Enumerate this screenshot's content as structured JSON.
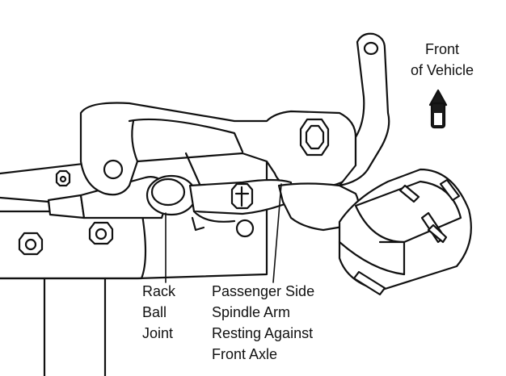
{
  "labels": {
    "front_of_vehicle": [
      "Front",
      "of Vehicle"
    ],
    "rack_ball_joint": [
      "Rack",
      "Ball",
      "Joint"
    ],
    "spindle_arm": [
      "Passenger Side",
      "Spindle Arm",
      "Resting Against",
      "Front Axle"
    ]
  },
  "colors": {
    "line": "#111111",
    "fill": "#ffffff",
    "arrow_dark": "#1a1a1a",
    "shade": "#e6e6e6"
  }
}
